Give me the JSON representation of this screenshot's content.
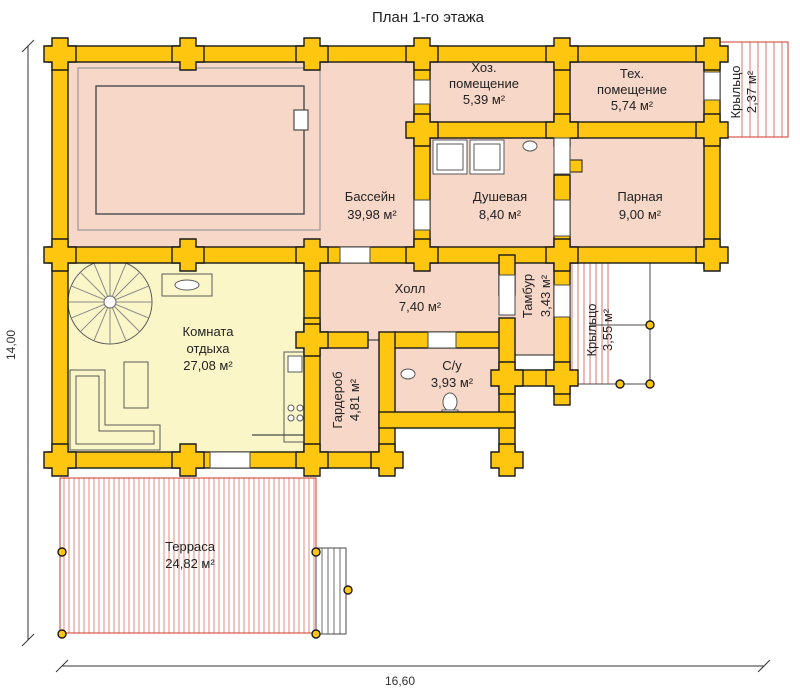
{
  "title": "План 1-го этажа",
  "dimensions": {
    "width": "16,60",
    "height": "14,00"
  },
  "rooms": {
    "pool": {
      "name": "Бассейн",
      "area": "39,98 м²"
    },
    "utility": {
      "name_line1": "Хоз.",
      "name_line2": "помещение",
      "area": "5,39 м²"
    },
    "tech": {
      "name_line1": "Тех.",
      "name_line2": "помещение",
      "area": "5,74 м²"
    },
    "porch_top": {
      "name": "Крыльцо",
      "area": "2,37 м²"
    },
    "shower": {
      "name": "Душевая",
      "area": "8,40 м²"
    },
    "sauna": {
      "name": "Парная",
      "area": "9,00 м²"
    },
    "lounge": {
      "name_line1": "Комната",
      "name_line2": "отдыха",
      "area": "27,08 м²"
    },
    "hall": {
      "name": "Холл",
      "area": "7,40 м²"
    },
    "vestibule": {
      "name": "Тамбур",
      "area": "3,43 м²"
    },
    "porch_side": {
      "name": "Крыльцо",
      "area": "3,55 м²"
    },
    "wardrobe": {
      "name": "Гардероб",
      "area": "4,81 м²"
    },
    "wc": {
      "name": "С/у",
      "area": "3,93 м²"
    },
    "terrace": {
      "name": "Терраса",
      "area": "24,82 м²"
    }
  },
  "colors": {
    "log": "#ffc60f",
    "log_stroke": "#1a1a1a",
    "floor_pink": "#f7d7c8",
    "floor_lounge": "#fbf6c8",
    "terrace_line": "#d23a2a",
    "wall_line": "#4a4a4a"
  }
}
